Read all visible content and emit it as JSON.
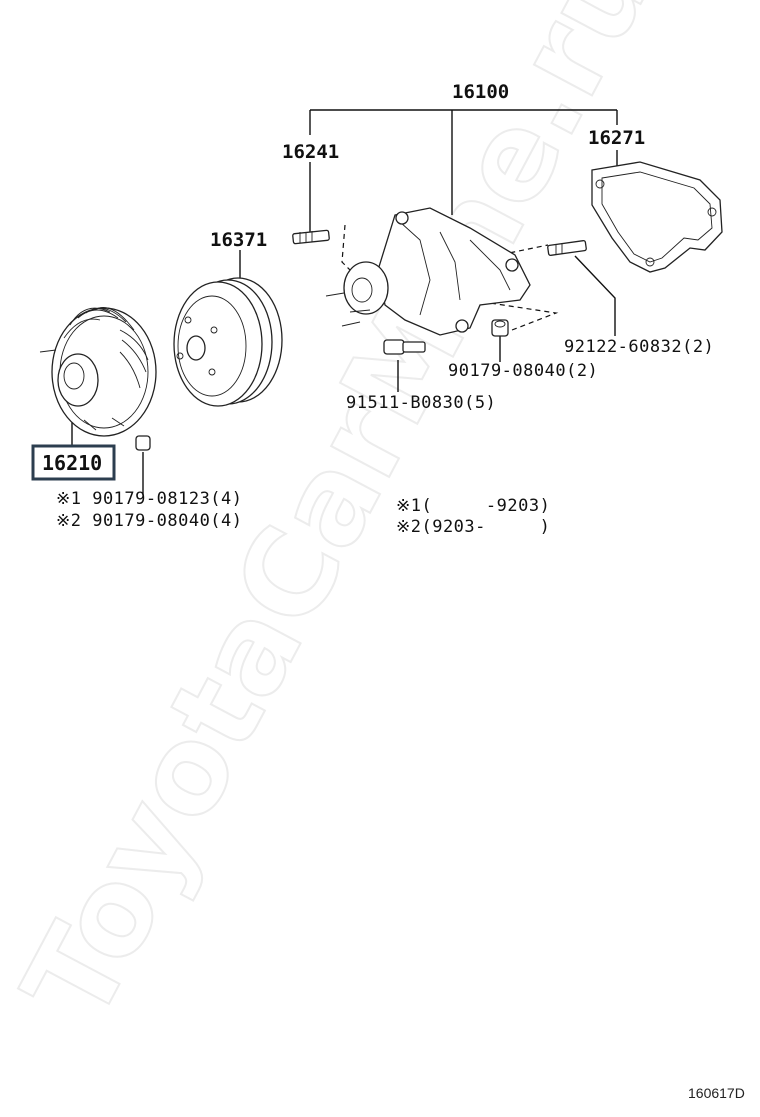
{
  "watermark": "ToyotaCarMine.ru",
  "parts": {
    "assembly": "16100",
    "stud_left": "16241",
    "gasket": "16271",
    "pulley": "16371",
    "fan_clutch": "16210",
    "stud_bolt": "92122-60832(2)",
    "nut": "90179-08040(2)",
    "bolt": "91511-B0830(5)"
  },
  "notes": {
    "n1_part": "※1 90179-08123(4)",
    "n2_part": "※2 90179-08040(4)",
    "n1_range": "※1(     -9203)",
    "n2_range": "※2(9203-     )"
  },
  "diagram_code": "160617D"
}
